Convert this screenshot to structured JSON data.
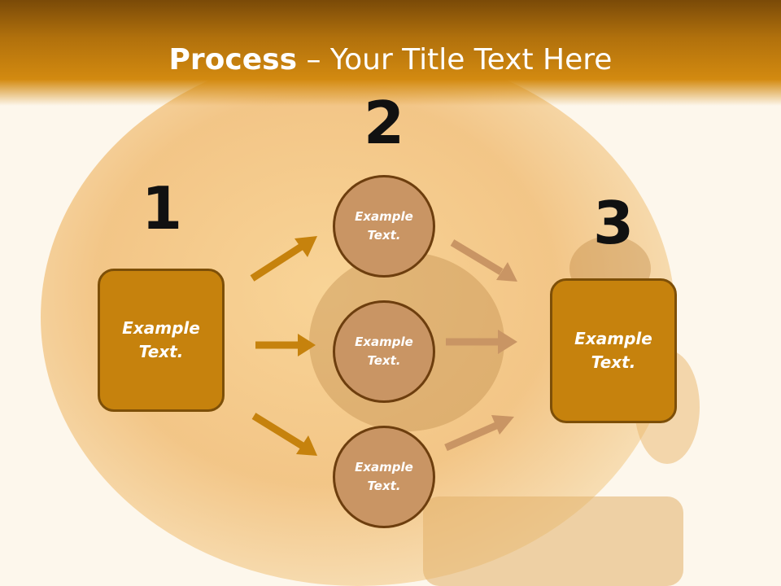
{
  "slide": {
    "title_bold": "Process",
    "title_rest": " – Your Title Text Here",
    "steps": [
      "1",
      "2",
      "3"
    ],
    "left_box_text": "Example\nText.",
    "right_box_text": "Example\nText.",
    "circles": [
      "Example\nText.",
      "Example\nText.",
      "Example\nText."
    ]
  },
  "colors": {
    "title_bar": "#d38a10",
    "box_fill": "#c6820d",
    "circle_fill": "#c99564",
    "arrow_left": "#c6820d",
    "arrow_right": "#c99564"
  }
}
